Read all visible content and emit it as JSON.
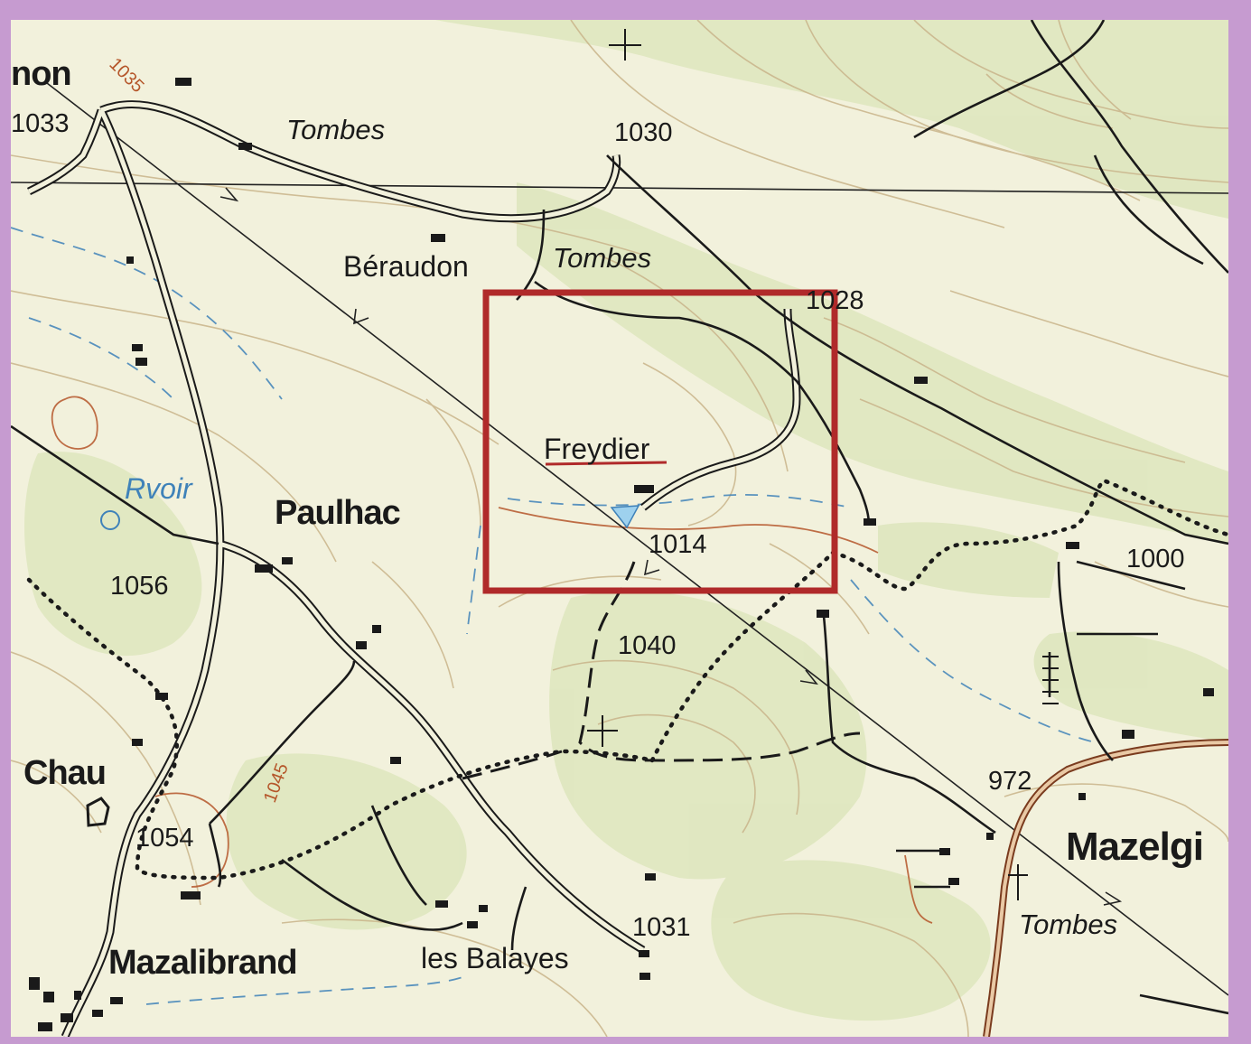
{
  "map": {
    "places": {
      "beraudon": "Béraudon",
      "paulhac": "Paulhac",
      "freydier": "Freydier",
      "chau": "Chau",
      "mazalibrand": "Mazalibrand",
      "les_balayes": "les Balayes",
      "mazelgi": "Mazelgi",
      "edge_top_left": "non"
    },
    "features": {
      "tombes_1": "Tombes",
      "tombes_2": "Tombes",
      "tombes_3": "Tombes",
      "reservoir": "Rvoir"
    },
    "spot_heights": {
      "h1033": "1033",
      "h1030": "1030",
      "h1028": "1028",
      "h1014": "1014",
      "h1000": "1000",
      "h1056": "1056",
      "h1040": "1040",
      "h1054": "1054",
      "h972": "972",
      "h1031": "1031"
    },
    "contour_labels": {
      "c1035": "1035",
      "c1045": "1045"
    },
    "highlight_color": "#b02a2a",
    "colors": {
      "land": "#f2f1dc",
      "forest": "#dfe7bf",
      "contour": "#c9b48a",
      "water": "#3f82b9",
      "road": "#1a1a1a"
    }
  }
}
